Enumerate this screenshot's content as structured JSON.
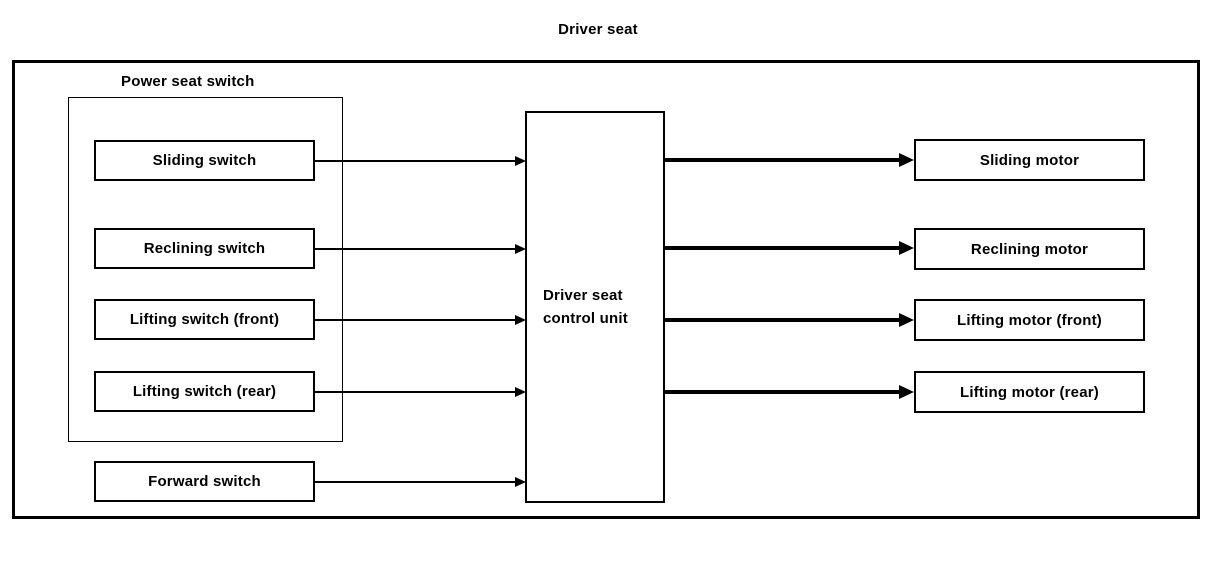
{
  "diagram": {
    "title": "Driver seat",
    "power_seat_switch_group": {
      "label": "Power seat switch",
      "switches": [
        {
          "label": "Sliding switch"
        },
        {
          "label": "Reclining switch"
        },
        {
          "label": "Lifting switch (front)"
        },
        {
          "label": "Lifting switch (rear)"
        }
      ]
    },
    "forward_switch": {
      "label": "Forward switch"
    },
    "control_unit": {
      "label": "Driver seat\ncontrol unit"
    },
    "motors": [
      {
        "label": "Sliding motor"
      },
      {
        "label": "Reclining motor"
      },
      {
        "label": "Lifting motor (front)"
      },
      {
        "label": "Lifting motor (rear)"
      }
    ],
    "connections": {
      "inputs_to": "Driver seat control unit",
      "outputs_from": "Driver seat control unit"
    },
    "colors": {
      "line": "#000000",
      "background": "#ffffff",
      "text": "#000000"
    }
  }
}
